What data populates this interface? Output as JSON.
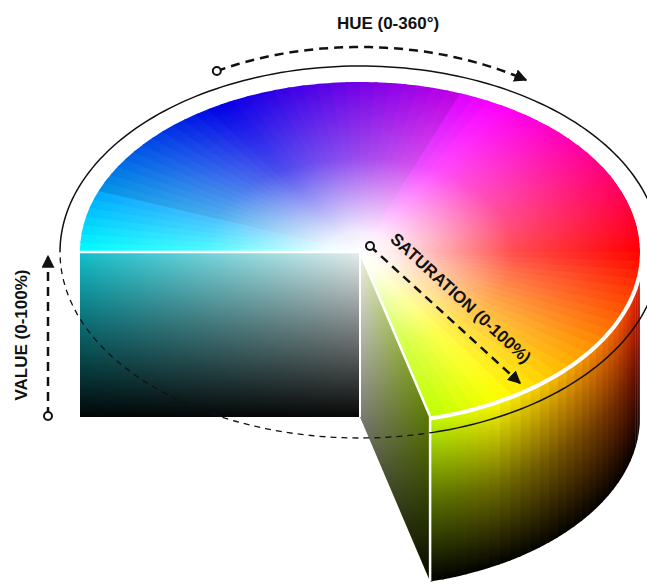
{
  "diagram": {
    "labels": [
      "HUE (0-360°)",
      "SATURATION (0-100%)",
      "VALUE (0-100%)"
    ]
  }
}
